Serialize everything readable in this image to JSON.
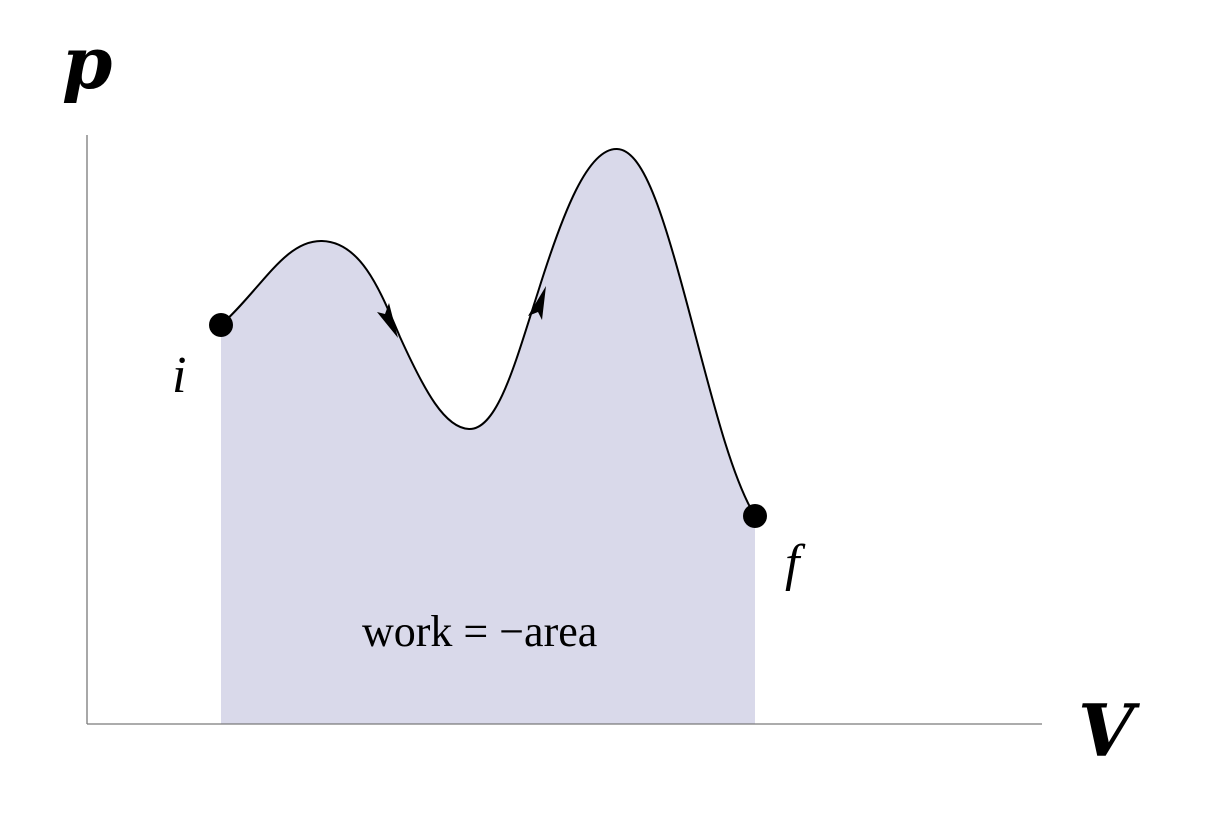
{
  "axes": {
    "y_label": "p",
    "x_label": "V"
  },
  "points": {
    "initial_label": "i",
    "final_label": "f"
  },
  "area_label": "work = −area",
  "colors": {
    "area_fill": "#d9d9ea",
    "curve": "#000000",
    "axis": "#7a7a7a"
  }
}
